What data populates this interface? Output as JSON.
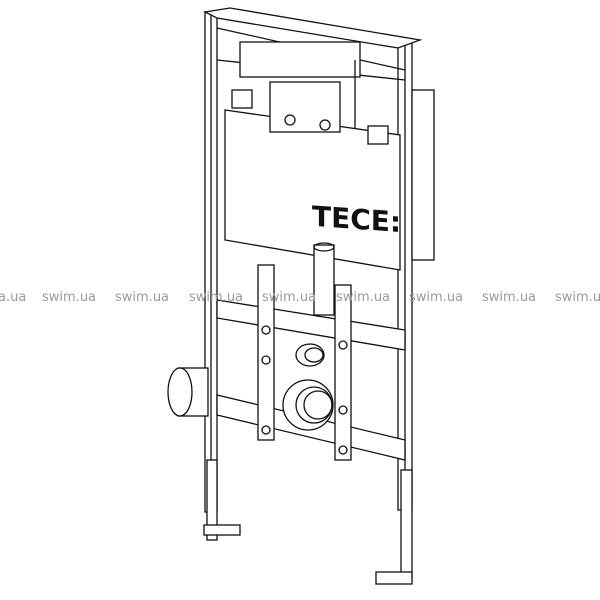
{
  "drawing": {
    "brand_logo": "TECE:"
  },
  "watermark": {
    "text": "swim.ua",
    "partial_text": "a.ua",
    "color": "#9a9a9a"
  }
}
